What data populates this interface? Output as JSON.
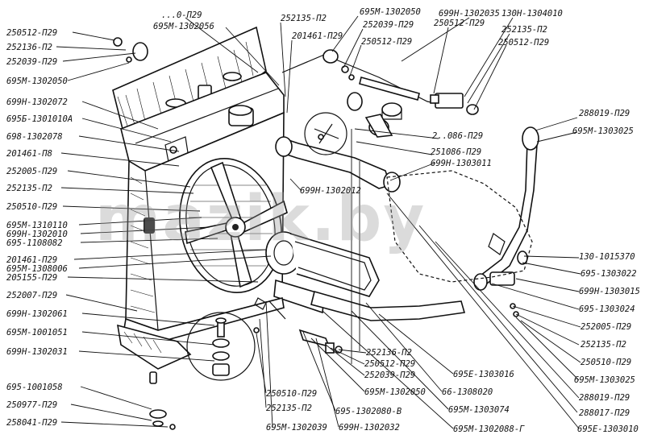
{
  "watermark": "mazik.by",
  "labels_left": [
    "250512-П29",
    "252136-П2",
    "252039-П29",
    "695М-1302050",
    "699Н-1302072",
    "695Б-1301010А",
    "698-1302078",
    "201461-П8",
    "252005-П29",
    "252135-П2",
    "250510-П29",
    "695М-1310110",
    "699Н-1302010",
    "695-1108082",
    "201461-П29",
    "695М-1308006",
    "205155-П29",
    "252007-П29",
    "699Н-1302061",
    "695М-1001051",
    "699Н-1302031",
    "695-1001058",
    "250977-П29",
    "258041-П29"
  ],
  "labels_top": [
    "...0-П29",
    "695М-1302056",
    "252135-П2",
    "201461-П29",
    "695М-1302050",
    "252039-П29",
    "250512-П29",
    "699Н-1302035",
    "250512-П29",
    "130Н-1304010",
    "252135-П2",
    "250512-П29"
  ],
  "labels_middle": [
    "2..086-П29",
    "251086-П29",
    "699Н-1303011",
    "699Н-1302012"
  ],
  "labels_right": [
    "288019-П29",
    "695М-1303025",
    "130-1015370",
    "695-1303022",
    "699Н-1303015",
    "695-1303024",
    "252005-П29",
    "252135-П2",
    "250510-П29",
    "695М-1303025",
    "288019-П29",
    "288017-П29",
    "695Е-1303010"
  ],
  "labels_bottom": [
    "252136-П2",
    "250512-П29",
    "252039-П29",
    "695Е-1303016",
    "66-1308020",
    "695М-1302050",
    "695М-1303074",
    "250510-П29",
    "252135-П2",
    "695-1302080-В",
    "695М-1302088-Г",
    "695М-1302039",
    "699Н-1302032"
  ]
}
